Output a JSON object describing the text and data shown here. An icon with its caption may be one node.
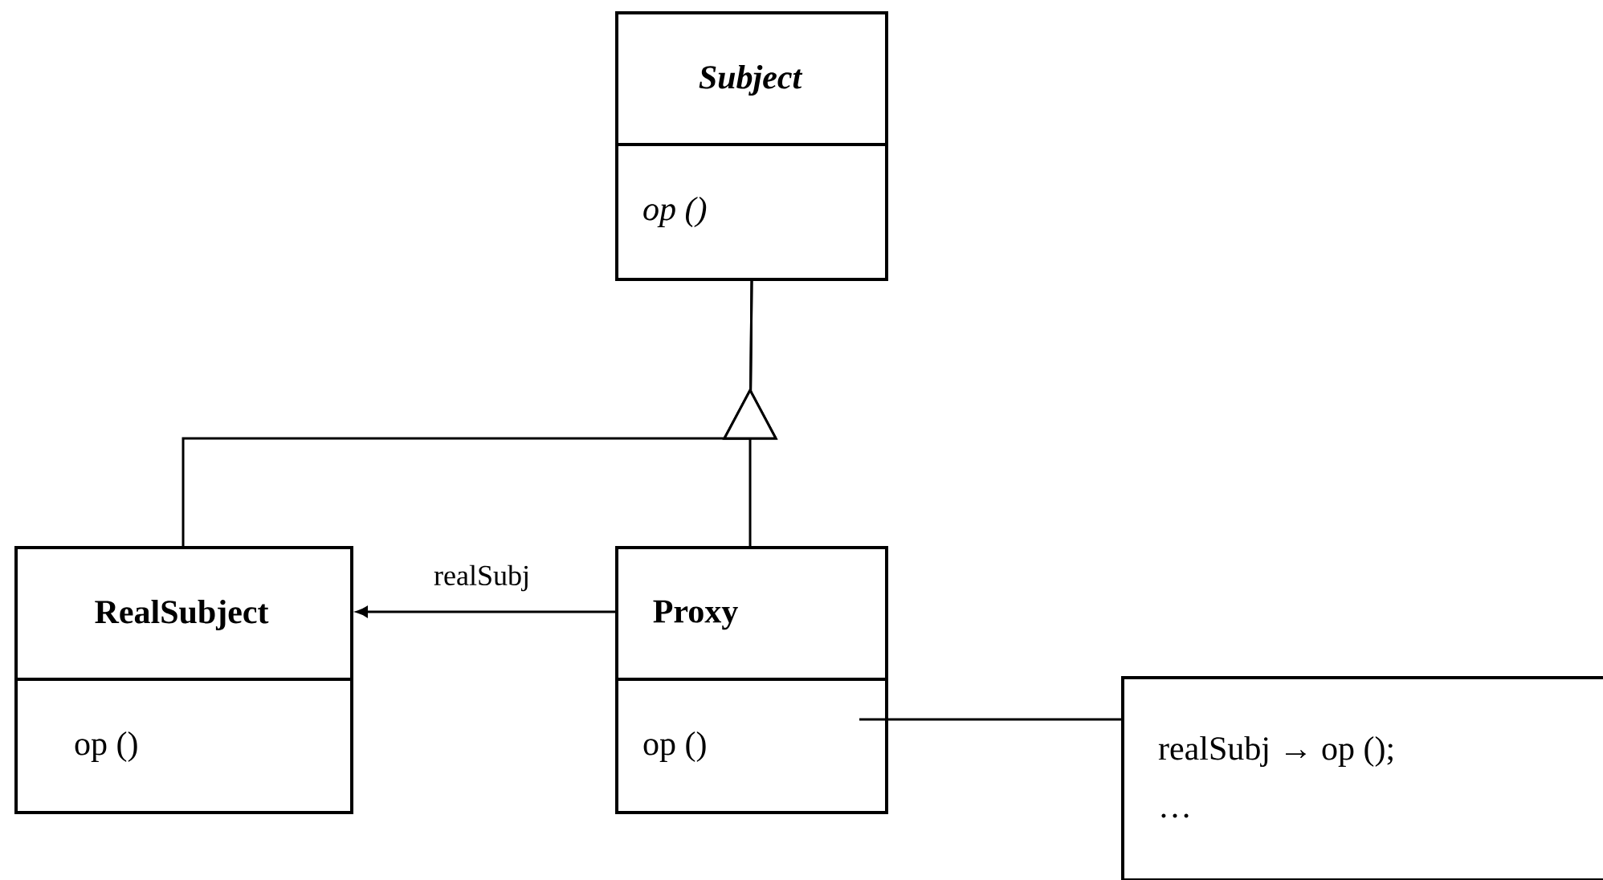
{
  "diagram": {
    "nodes": [
      {
        "text": [
          "Subject",
          "op ()"
        ]
      },
      {
        "text": [
          "RealSubject",
          "op ()"
        ]
      },
      {
        "text": [
          "Proxy",
          "op ()"
        ]
      },
      {
        "text": [
          "realSubj → op ();",
          "…"
        ]
      }
    ],
    "edges": [
      {
        "from": 1,
        "to": 0,
        "arrow": "to"
      },
      {
        "from": 2,
        "to": 0,
        "arrow": "to"
      },
      {
        "from": 2,
        "to": 1,
        "arrow": "to",
        "label": "realSubj"
      },
      {
        "from": 2,
        "to": 3,
        "arrow": "none"
      }
    ]
  }
}
